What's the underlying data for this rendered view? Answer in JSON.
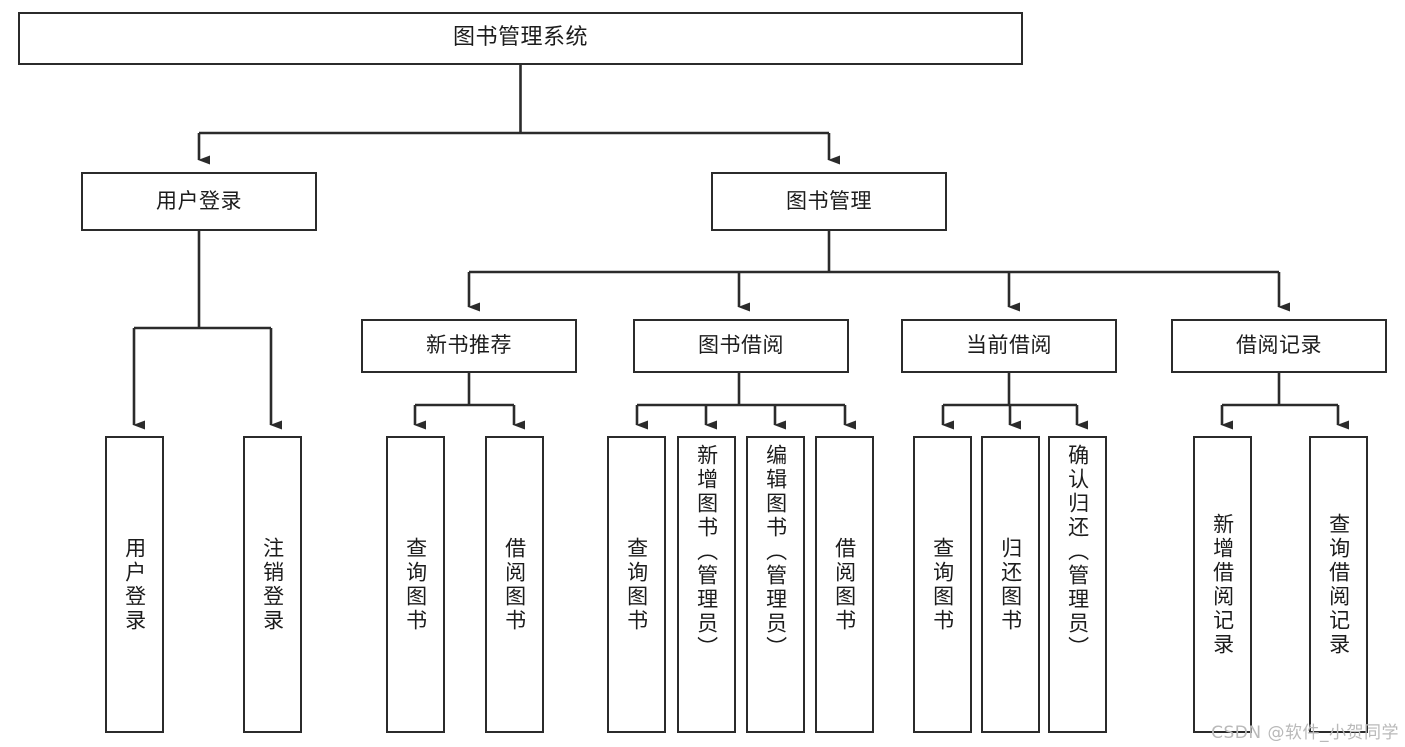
{
  "diagram": {
    "type": "tree",
    "title": "图书管理系统",
    "stroke_color": "#2b2b2b",
    "fill_color": "#ffffff",
    "text_color": "#1c1c1c",
    "root": {
      "id": "root",
      "label": "图书管理系统"
    },
    "level2": [
      {
        "id": "user-login",
        "label": "用户登录"
      },
      {
        "id": "book-manage",
        "label": "图书管理"
      }
    ],
    "level3": [
      {
        "id": "new-book-recommend",
        "label": "新书推荐",
        "parent": "book-manage"
      },
      {
        "id": "book-borrow",
        "label": "图书借阅",
        "parent": "book-manage"
      },
      {
        "id": "current-borrow",
        "label": "当前借阅",
        "parent": "book-manage"
      },
      {
        "id": "borrow-record",
        "label": "借阅记录",
        "parent": "book-manage"
      }
    ],
    "leaves": [
      {
        "id": "leaf-user-login",
        "label": "用户登录",
        "parent": "user-login"
      },
      {
        "id": "leaf-user-logout",
        "label": "注销登录",
        "parent": "user-login"
      },
      {
        "id": "leaf-query-book-1",
        "label": "查询图书",
        "parent": "new-book-recommend"
      },
      {
        "id": "leaf-borrow-book-1",
        "label": "借阅图书",
        "parent": "new-book-recommend"
      },
      {
        "id": "leaf-query-book-2",
        "label": "查询图书",
        "parent": "book-borrow"
      },
      {
        "id": "leaf-add-book",
        "label": "新增图书（管理员）",
        "parent": "book-borrow"
      },
      {
        "id": "leaf-edit-book",
        "label": "编辑图书（管理员）",
        "parent": "book-borrow"
      },
      {
        "id": "leaf-borrow-book-2",
        "label": "借阅图书",
        "parent": "book-borrow"
      },
      {
        "id": "leaf-query-book-3",
        "label": "查询图书",
        "parent": "current-borrow"
      },
      {
        "id": "leaf-return-book",
        "label": "归还图书",
        "parent": "current-borrow"
      },
      {
        "id": "leaf-confirm-return",
        "label": "确认归还（管理员）",
        "parent": "current-borrow"
      },
      {
        "id": "leaf-add-record",
        "label": "新增借阅记录",
        "parent": "borrow-record"
      },
      {
        "id": "leaf-query-record",
        "label": "查询借阅记录",
        "parent": "borrow-record"
      }
    ]
  },
  "watermark": {
    "text": "CSDN @软件_小贺同学"
  }
}
